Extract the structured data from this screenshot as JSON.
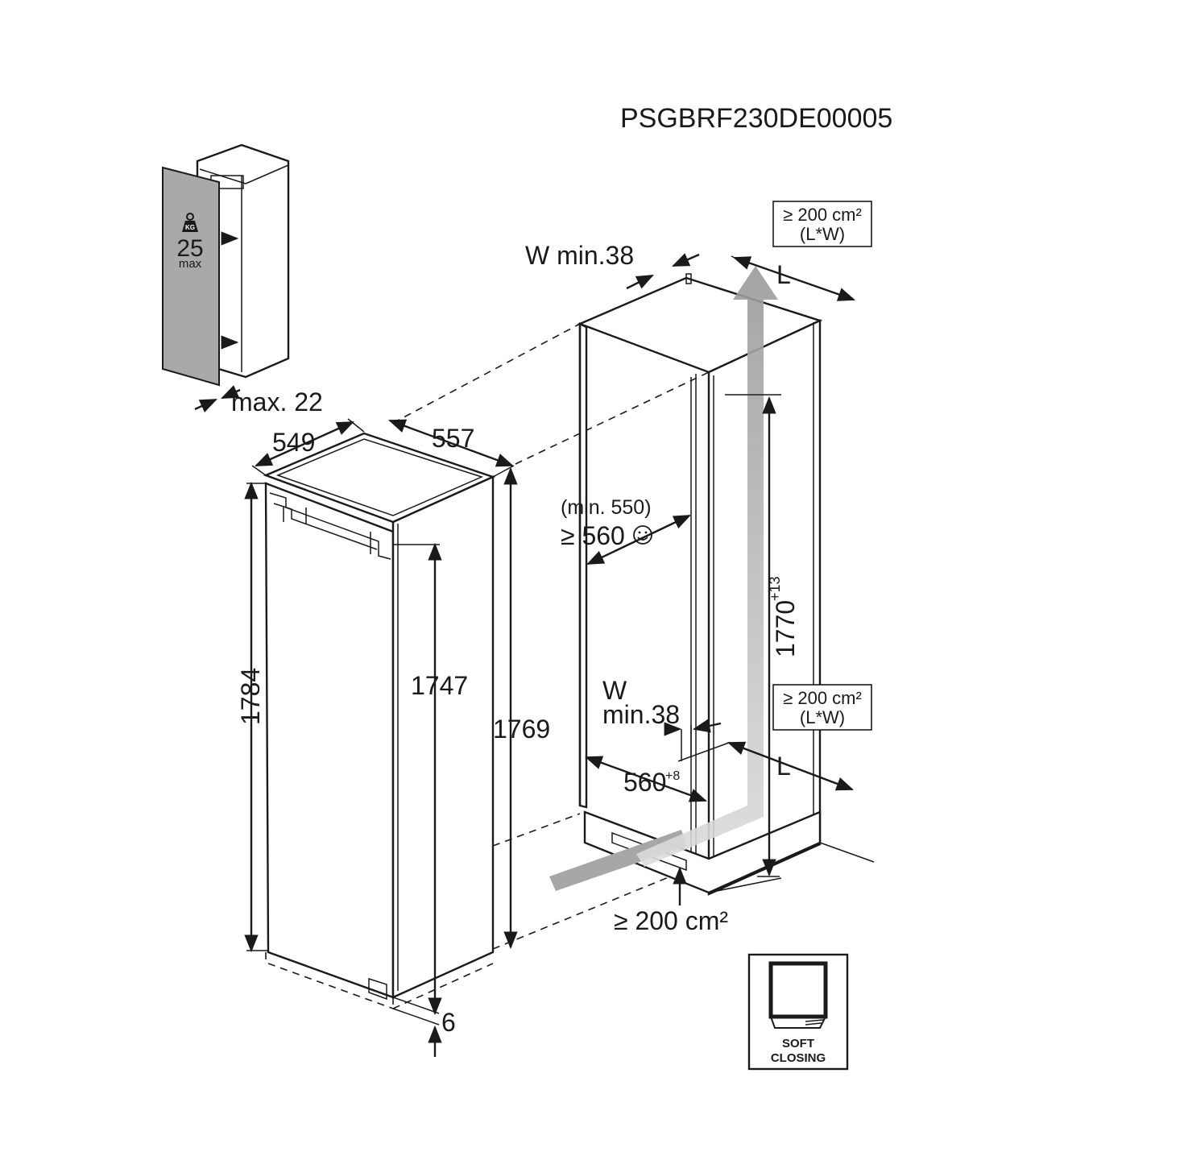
{
  "title": "PSGBRF230DE00005",
  "door_panel": {
    "weight_icon_text": "KG",
    "weight_value": "25",
    "weight_unit": "max",
    "max_thickness": "max. 22"
  },
  "appliance": {
    "width": "549",
    "depth": "557",
    "height_total": "1784",
    "height_inner": "1747",
    "height_side": "1769",
    "bottom_gap": "6"
  },
  "niche": {
    "top_gap_label": "W min.38",
    "min_depth_paren": "(min. 550)",
    "min_depth": "≥ 560",
    "smile_icon": "smiley-icon",
    "height": "1770",
    "height_tol": "+13",
    "bottom_gap_label_w": "W",
    "bottom_gap_label_min": "min.38",
    "width": "560",
    "width_tol": "+8",
    "vent_top": "≥ 200 cm²",
    "vent_top_sub": "(L*W)",
    "vent_mid": "≥ 200 cm²",
    "vent_mid_sub": "(L*W)",
    "vent_bottom": "≥ 200 cm²",
    "L_top": "L",
    "L_bottom": "L"
  },
  "badge": {
    "line1": "SOFT",
    "line2": "CLOSING",
    "icon": "soft-closing-door-icon"
  }
}
